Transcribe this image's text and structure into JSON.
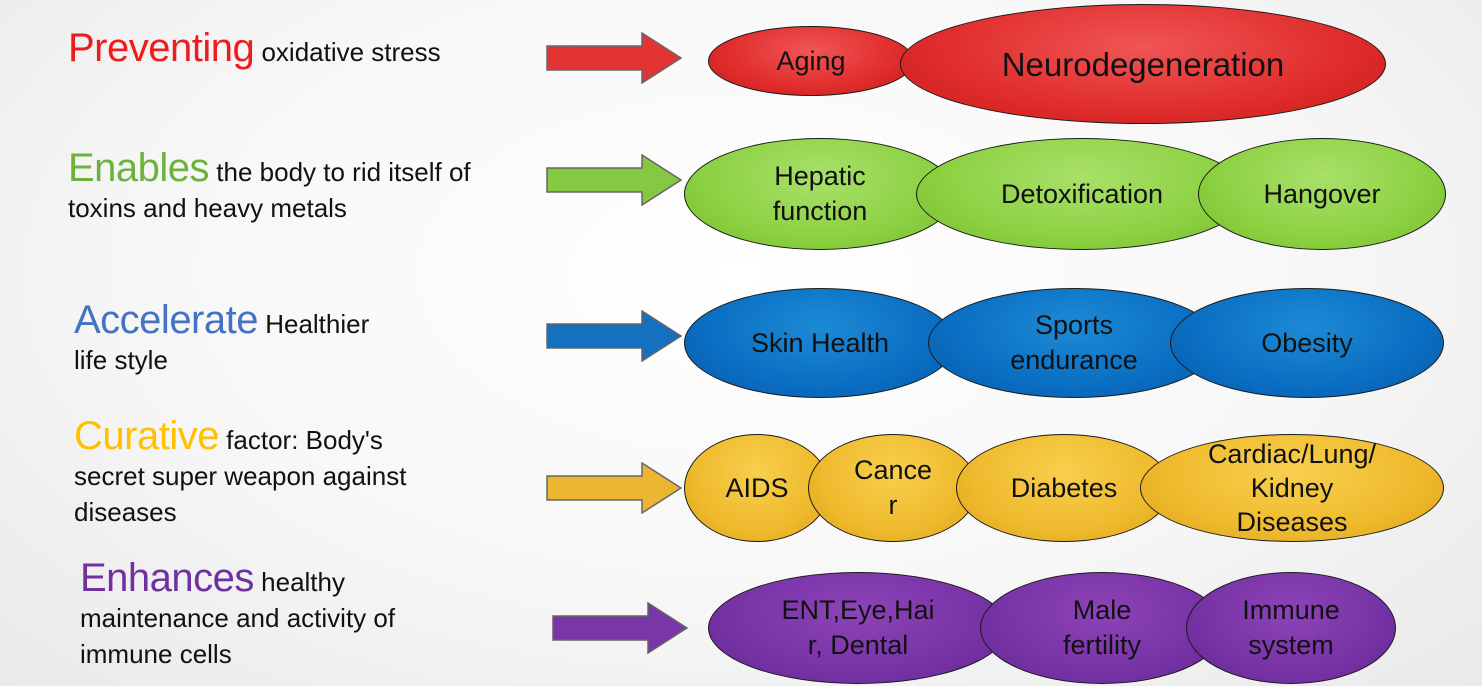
{
  "rows": [
    {
      "keyword": "Preventing",
      "rest": " oxidative stress",
      "keyword_color": "#ee1c1c",
      "arrow_color": "#e23434",
      "items": [
        "Aging",
        "Neurodegeneration"
      ]
    },
    {
      "keyword": "Enables",
      "rest": " the body to rid itself of\ntoxins and heavy metals",
      "keyword_color": "#6cb33e",
      "arrow_color": "#86c743",
      "items": [
        "Hepatic\nfunction",
        "Detoxification",
        "Hangover"
      ]
    },
    {
      "keyword": "Accelerate",
      "rest": " Healthier\nlife style",
      "keyword_color": "#4472c4",
      "arrow_color": "#1570c0",
      "items": [
        "Skin Health",
        "Sports\nendurance",
        "Obesity"
      ]
    },
    {
      "keyword": "Curative",
      "rest": "  factor: Body's\nsecret super weapon against\ndiseases",
      "keyword_color": "#ffc000",
      "arrow_color": "#ecb532",
      "items": [
        "AIDS",
        "Cance\nr",
        "Diabetes",
        "Cardiac/Lung/\nKidney\nDiseases"
      ]
    },
    {
      "keyword": "Enhances",
      "rest": " healthy\nmaintenance and activity of\nimmune cells",
      "keyword_color": "#7030a0",
      "arrow_color": "#7a35a8",
      "items": [
        "ENT,Eye,Hai\nr, Dental",
        "Male\nfertility",
        "Immune\nsystem"
      ]
    }
  ]
}
